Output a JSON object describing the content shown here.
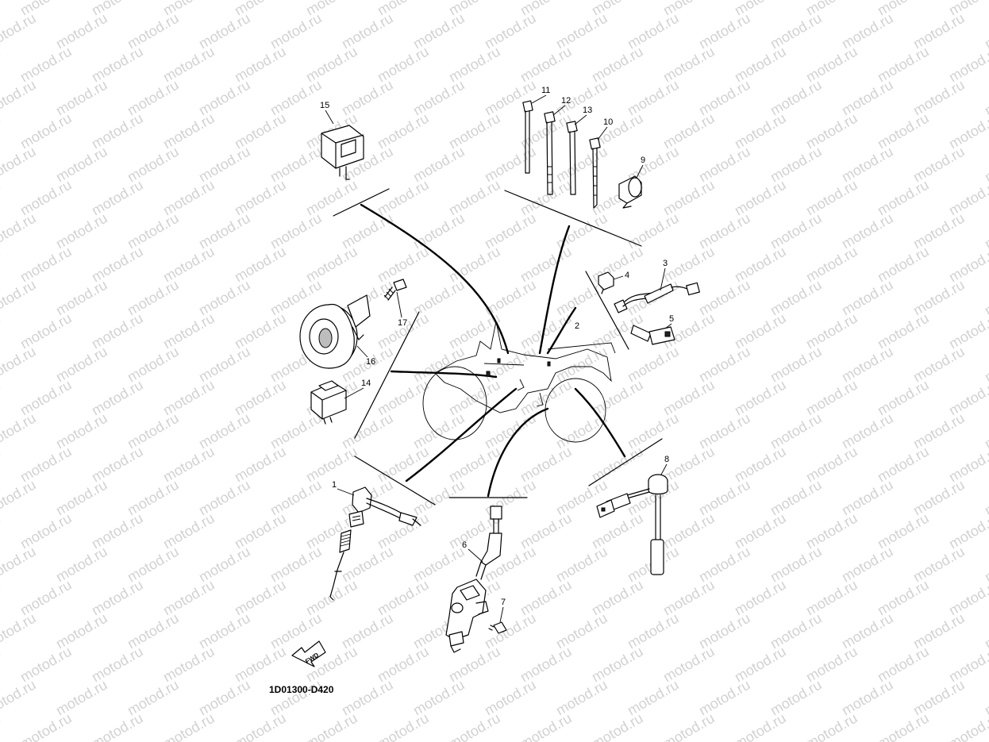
{
  "watermark": "motod.ru",
  "diagram_code": "1D01300-D420",
  "fwd_label": "FWD",
  "callouts": [
    "1",
    "2",
    "3",
    "4",
    "5",
    "6",
    "7",
    "8",
    "9",
    "10",
    "11",
    "12",
    "13",
    "14",
    "15",
    "16",
    "17"
  ],
  "colors": {
    "line": "#000000",
    "watermark": "#d2d2d2",
    "background": "#ffffff"
  }
}
